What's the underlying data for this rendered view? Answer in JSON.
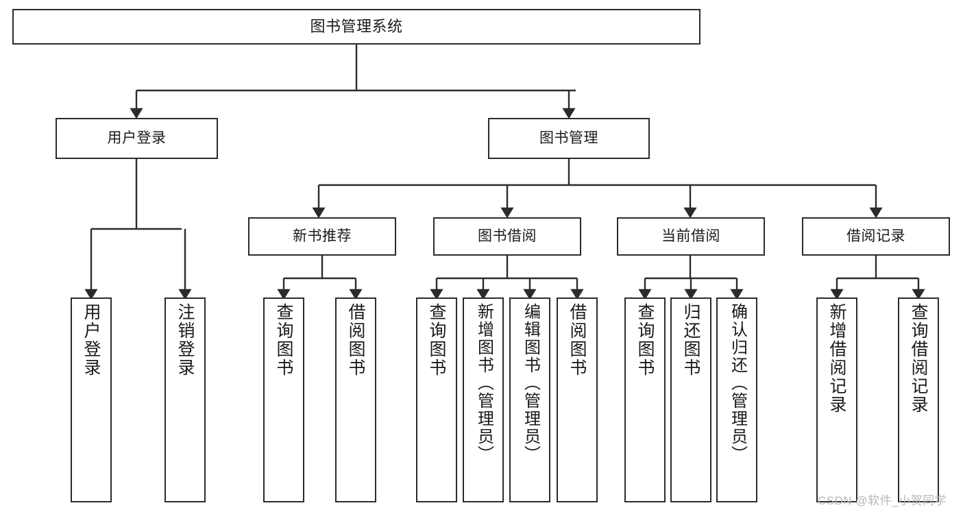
{
  "diagram": {
    "type": "hierarchy-tree",
    "title": "图书管理系统",
    "orientation": "top-down",
    "theme": {
      "line": "#2b2b2b",
      "box_fill": "#ffffff",
      "text": "#1a1a1a",
      "watermark": "#b8b8b8"
    },
    "nodes": {
      "root": {
        "label": "图书管理系统",
        "level": 1
      },
      "l2": [
        {
          "id": "user-login",
          "label": "用户登录",
          "level": 2
        },
        {
          "id": "book-manage",
          "label": "图书管理",
          "level": 2
        }
      ],
      "l3": [
        {
          "id": "new-book-rec",
          "label": "新书推荐",
          "level": 3,
          "parent": "book-manage"
        },
        {
          "id": "book-borrow",
          "label": "图书借阅",
          "level": 3,
          "parent": "book-manage"
        },
        {
          "id": "current-borrow",
          "label": "当前借阅",
          "level": 3,
          "parent": "book-manage"
        },
        {
          "id": "borrow-record",
          "label": "借阅记录",
          "level": 3,
          "parent": "book-manage"
        }
      ],
      "leaves": [
        {
          "id": "leaf-user-login",
          "label": "用户登录",
          "parent": "user-login"
        },
        {
          "id": "leaf-logout",
          "label": "注销登录",
          "parent": "user-login"
        },
        {
          "id": "leaf-query-book-1",
          "label": "查询图书",
          "parent": "new-book-rec"
        },
        {
          "id": "leaf-borrow-book-1",
          "label": "借阅图书",
          "parent": "new-book-rec"
        },
        {
          "id": "leaf-query-book-2",
          "label": "查询图书",
          "parent": "book-borrow"
        },
        {
          "id": "leaf-add-book",
          "label": "新增图书（管理员）",
          "parent": "book-borrow"
        },
        {
          "id": "leaf-edit-book",
          "label": "编辑图书（管理员）",
          "parent": "book-borrow"
        },
        {
          "id": "leaf-borrow-book-2",
          "label": "借阅图书",
          "parent": "book-borrow"
        },
        {
          "id": "leaf-query-book-3",
          "label": "查询图书",
          "parent": "current-borrow"
        },
        {
          "id": "leaf-return-book",
          "label": "归还图书",
          "parent": "current-borrow"
        },
        {
          "id": "leaf-confirm-return",
          "label": "确认归还（管理员）",
          "parent": "current-borrow"
        },
        {
          "id": "leaf-add-record",
          "label": "新增借阅记录",
          "parent": "borrow-record"
        },
        {
          "id": "leaf-query-record",
          "label": "查询借阅记录",
          "parent": "borrow-record"
        }
      ]
    }
  },
  "watermark": {
    "text": "CSDN @软件_小贺同学"
  }
}
